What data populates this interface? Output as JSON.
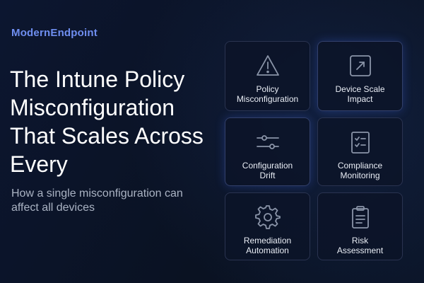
{
  "brand": "ModernEndpoint",
  "title": "The Intune Policy Misconfiguration That Scales Across Every",
  "subtitle": "How a single misconfiguration can affect all devices",
  "cards": [
    {
      "icon": "warning-triangle-icon",
      "label": "Policy\nMisconfiguration"
    },
    {
      "icon": "expand-arrow-icon",
      "label": "Device Scale\nImpact"
    },
    {
      "icon": "sliders-icon",
      "label": "Configuration\nDrift"
    },
    {
      "icon": "checklist-clipboard-icon",
      "label": "Compliance\nMonitoring"
    },
    {
      "icon": "gear-icon",
      "label": "Remediation\nAutomation"
    },
    {
      "icon": "clipboard-icon",
      "label": "Risk\nAssessment"
    }
  ],
  "colors": {
    "accent": "#6f8ef0",
    "background": "#0b1324",
    "card_border": "#2a3350"
  }
}
